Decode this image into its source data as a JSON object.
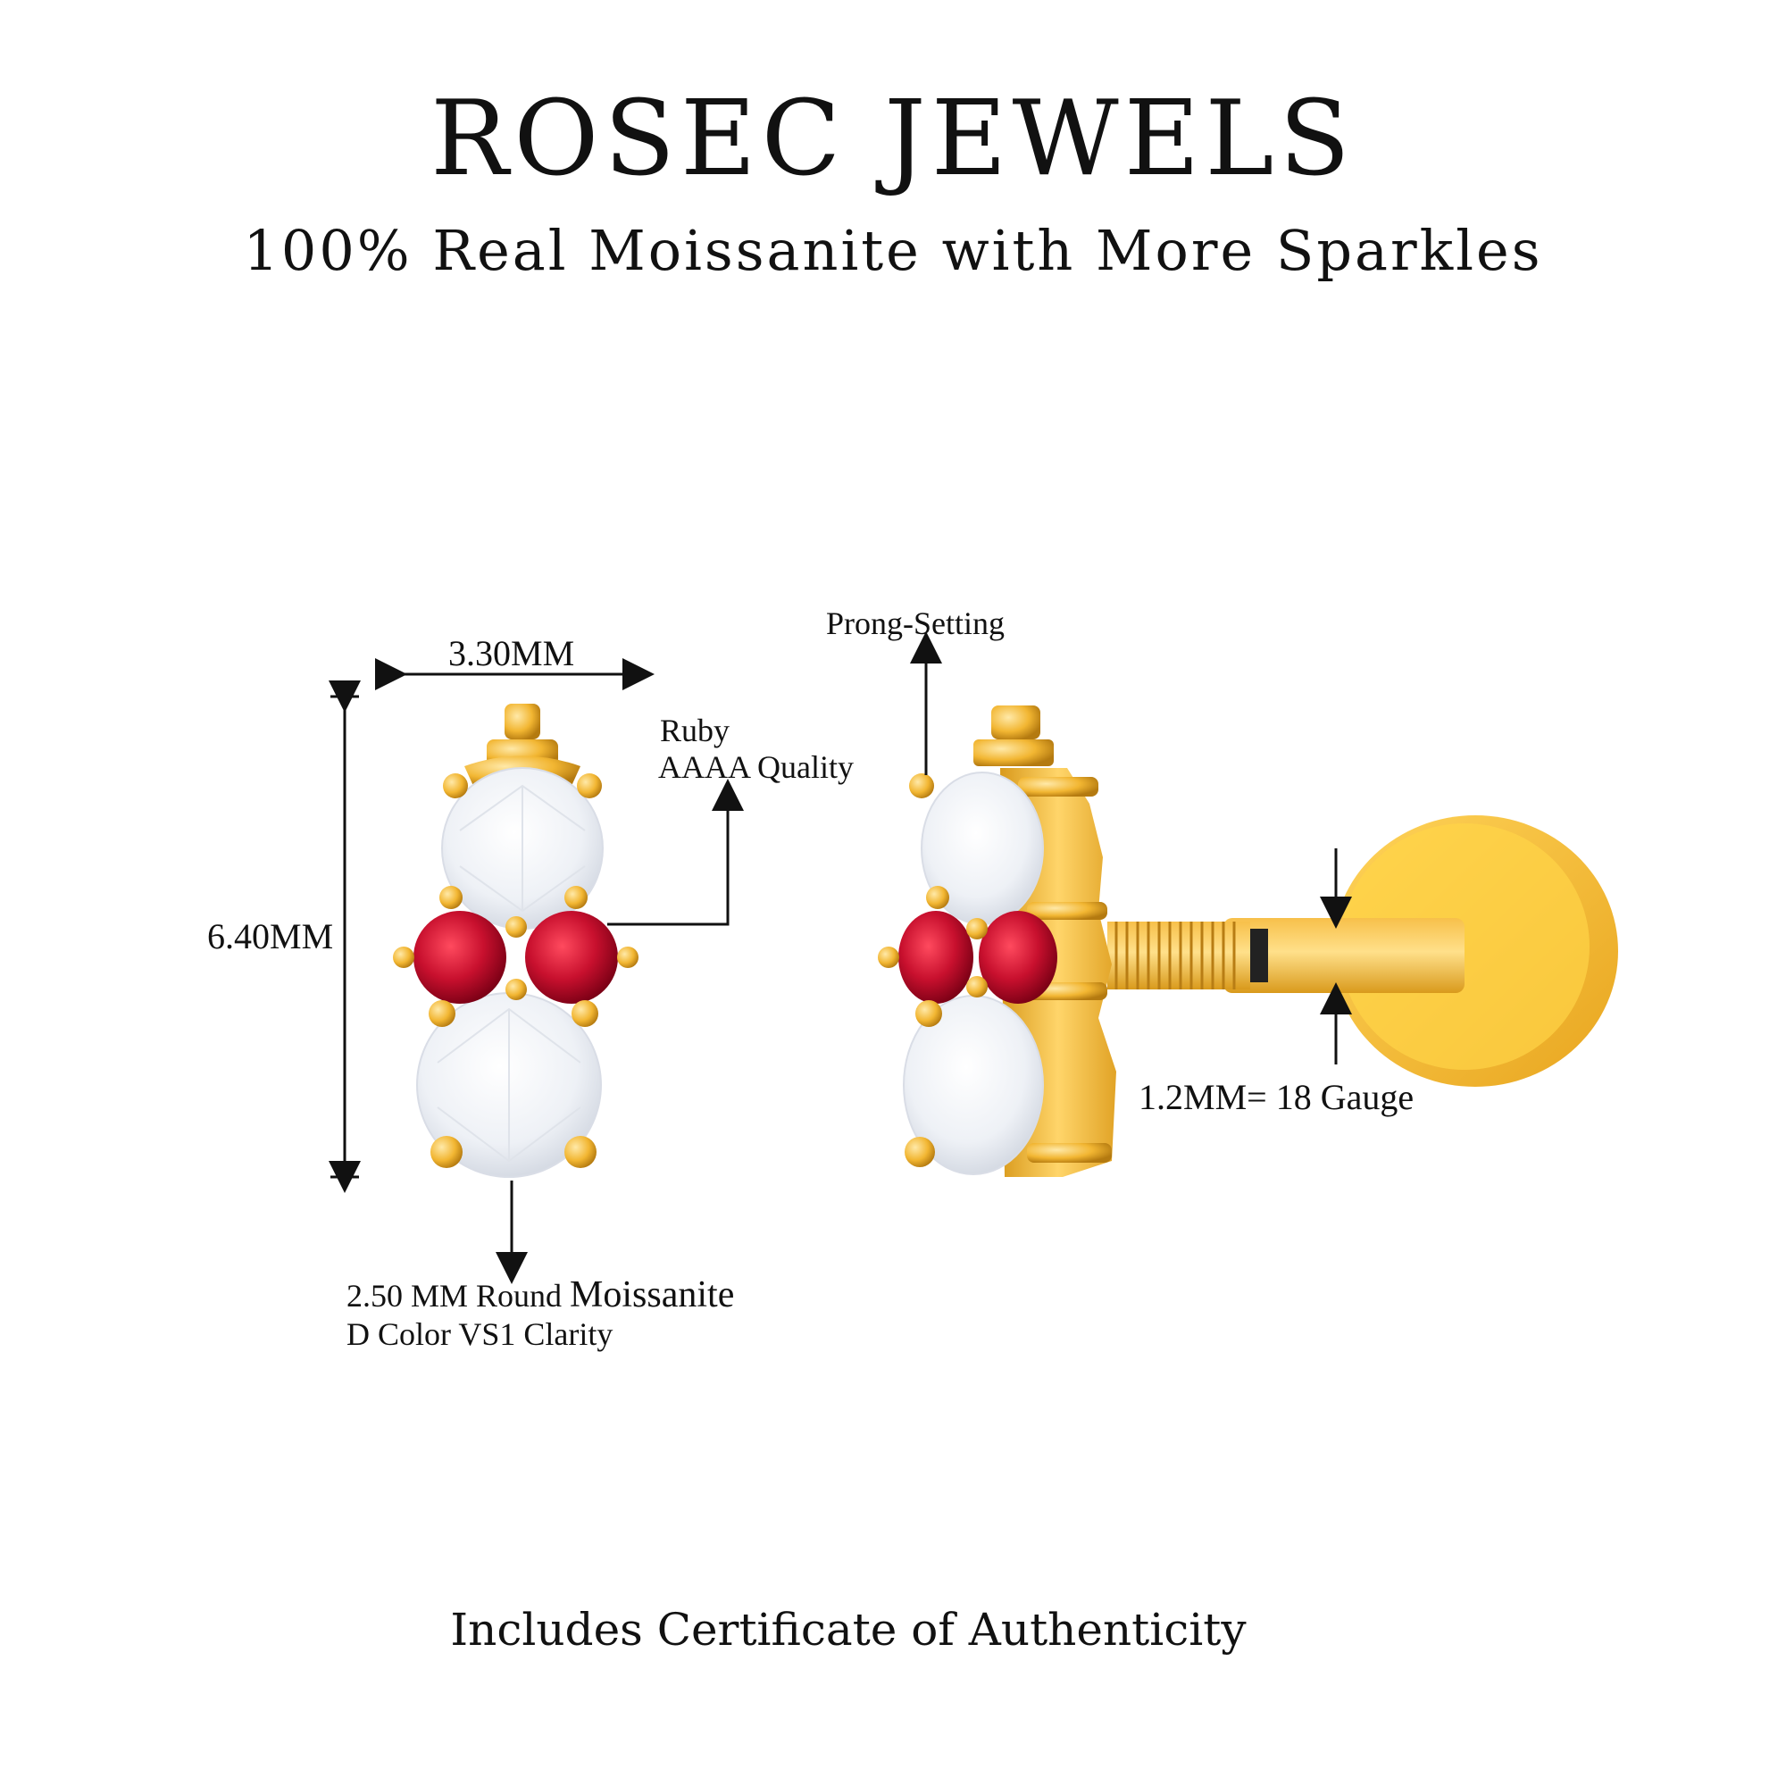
{
  "header": {
    "brand": "ROSEC JEWELS",
    "tagline": "100% Real Moissanite with More Sparkles"
  },
  "front_view": {
    "width_label": "3.30MM",
    "height_label": "6.40MM",
    "ruby_label_line1": "Ruby",
    "ruby_label_line2": "AAAA Quality",
    "stone_label_line1_a": "2.50 MM Round ",
    "stone_label_line1_b": "Moissanite",
    "stone_label_line2": "D Color VS1 Clarity"
  },
  "side_view": {
    "setting_label": "Prong-Setting",
    "gauge_label": "1.2MM= 18 Gauge"
  },
  "footer": {
    "certificate": "Includes Certificate of Authenticity"
  },
  "colors": {
    "gold": "#f2b632",
    "gold_dark": "#c98a12",
    "ruby": "#c8102e",
    "diamond": "#f4f6fa"
  }
}
